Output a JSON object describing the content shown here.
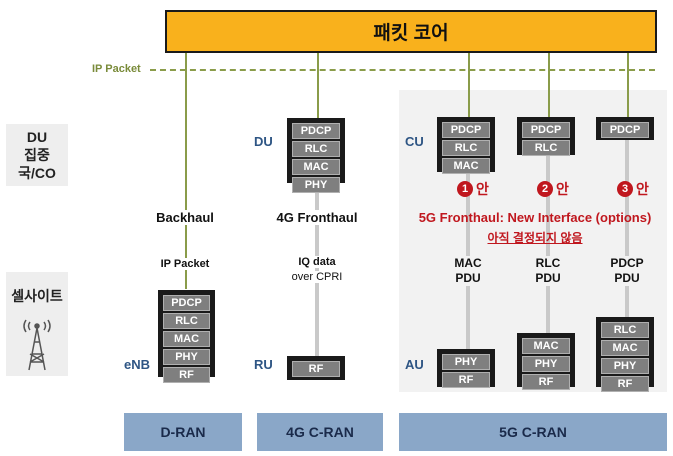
{
  "core": {
    "label": "패킷 코어"
  },
  "ip_packet_top": "IP Packet",
  "side": {
    "du_line1": "DU",
    "du_line2": "집중국/CO",
    "cell_site": "셀사이트"
  },
  "enb": {
    "label": "eNB",
    "layers": [
      "PDCP",
      "RLC",
      "MAC",
      "PHY",
      "RF"
    ]
  },
  "du": {
    "label": "DU",
    "layers": [
      "PDCP",
      "RLC",
      "MAC",
      "PHY"
    ]
  },
  "ru": {
    "label": "RU",
    "layers": [
      "RF"
    ]
  },
  "cu": {
    "label": "CU",
    "opt1_layers": [
      "PDCP",
      "RLC",
      "MAC"
    ],
    "opt2_layers": [
      "PDCP",
      "RLC"
    ],
    "opt3_layers": [
      "PDCP"
    ]
  },
  "au": {
    "label": "AU",
    "opt1_layers": [
      "PHY",
      "RF"
    ],
    "opt2_layers": [
      "MAC",
      "PHY",
      "RF"
    ],
    "opt3_layers": [
      "RLC",
      "MAC",
      "PHY",
      "RF"
    ]
  },
  "backhaul": "Backhaul",
  "ip_packet_mid": "IP Packet",
  "fronthaul_4g": "4G Fronthaul",
  "iq_data": "IQ data",
  "over_cpri": "over CPRI",
  "options": [
    {
      "num": "1",
      "label": "안"
    },
    {
      "num": "2",
      "label": "안"
    },
    {
      "num": "3",
      "label": "안"
    }
  ],
  "fronthaul_5g": "5G Fronthaul: New Interface (options)",
  "not_decided": "아직 결정되지 않음",
  "pdu_labels": [
    {
      "line1": "MAC",
      "line2": "PDU"
    },
    {
      "line1": "RLC",
      "line2": "PDU"
    },
    {
      "line1": "PDCP",
      "line2": "PDU"
    }
  ],
  "bottom": {
    "dran": "D-RAN",
    "cran4g": "4G C-RAN",
    "cran5g": "5G C-RAN"
  },
  "colors": {
    "core": "#f9b11c",
    "accent_blue": "#2e5584",
    "red": "#c0171e",
    "bottom_bar": "#8aa7c8",
    "ip_line": "#8a9c4a"
  },
  "icons": {
    "cell_tower": "cell-tower-icon"
  }
}
